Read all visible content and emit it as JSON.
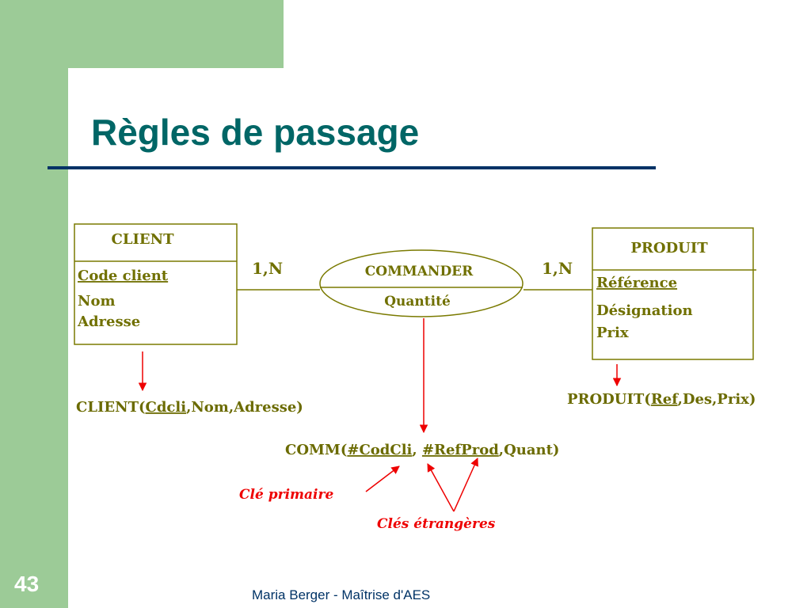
{
  "slide": {
    "title": "Règles de passage",
    "number": "43",
    "footer": "Maria Berger - Maîtrise d'AES"
  },
  "diagram": {
    "client": {
      "name": "CLIENT",
      "identifier": "Code client",
      "attrs": [
        "Nom",
        "Adresse"
      ]
    },
    "produit": {
      "name": "PRODUIT",
      "identifier": "Référence",
      "attrs": [
        "Désignation",
        "Prix"
      ]
    },
    "association": {
      "name": "COMMANDER",
      "attr": "Quantité"
    },
    "cardinalities": {
      "left": "1,N",
      "right": "1,N"
    },
    "relations": {
      "client": {
        "prefix": "CLIENT(",
        "key": "Cdcli",
        "rest": ",Nom,Adresse)"
      },
      "produit": {
        "prefix": "PRODUIT(",
        "key": "Ref",
        "rest": ",Des,Prix)"
      },
      "comm": {
        "prefix": "COMM(",
        "key1": "#CodCli",
        "sep": ", ",
        "key2": "#RefProd",
        "rest": ",Quant)"
      }
    },
    "annotations": {
      "primary_key": "Clé primaire",
      "foreign_keys": "Clés étrangères"
    }
  },
  "colors": {
    "background_green": "#9ccb97",
    "title": "#006666",
    "rule": "#003366",
    "diagram_olive": "#7a7a00",
    "diagram_text": "#707000",
    "relation_text": "#6b6b00",
    "arrow_red": "#ee0000"
  }
}
